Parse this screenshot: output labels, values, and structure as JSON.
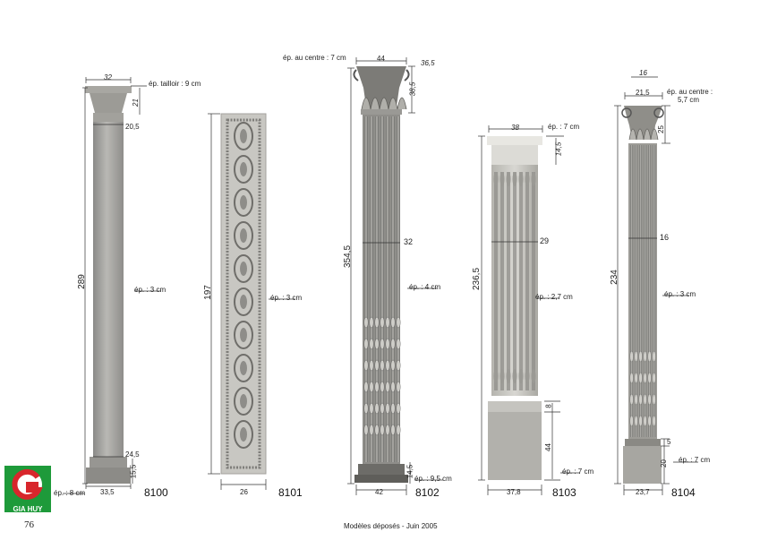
{
  "page_number": "76",
  "footer_note": "Modèles déposés - Juin 2005",
  "logo": {
    "text": "GIA HUY",
    "colors": {
      "green": "#1e9a3a",
      "red": "#d8262c"
    }
  },
  "columns": [
    {
      "model": "8100",
      "labels": {
        "top_width": "32",
        "ep_tailloir": "ép. tailloir : 9 cm",
        "capital_height": "21",
        "neck": "20,5",
        "height": "289",
        "ep_middle": "ép. : 3 cm",
        "base_width_top": "24,5",
        "base_height": "15,5",
        "ep_base": "ép. : 8 cm",
        "base_width": "33,5"
      }
    },
    {
      "model": "8101",
      "labels": {
        "height": "197",
        "ep_middle": "ép. : 3 cm",
        "width": "26"
      }
    },
    {
      "model": "8102",
      "labels": {
        "ep_center": "ép. au centre : 7 cm",
        "top_width": "44",
        "abacus": "36,5",
        "capital_height": "38,5",
        "shaft_width": "32",
        "height": "354,5",
        "ep_middle": "ép. : 4 cm",
        "base_height": "14,5",
        "ep_base": "ép. : 9,5 cm",
        "base_width": "42"
      }
    },
    {
      "model": "8103",
      "labels": {
        "top_width": "38",
        "ep_top": "ép. : 7 cm",
        "capital_height": "14,5",
        "shaft_width": "29",
        "height": "236,5",
        "ep_middle": "ép. : 2,7 cm",
        "band": "8",
        "base_height": "44",
        "ep_base": "ép. : 7 cm",
        "base_width": "37,8"
      }
    },
    {
      "model": "8104",
      "labels": {
        "top_width": "16",
        "abacus_width": "21,5",
        "ep_center": "ép. au centre :",
        "ep_center_value": "5,7 cm",
        "capital_height": "25",
        "shaft_width": "16",
        "height": "234",
        "ep_middle": "ép. : 3 cm",
        "band": "5",
        "base_height": "20",
        "ep_base": "ép. : 7 cm",
        "base_width": "23,7"
      }
    }
  ]
}
